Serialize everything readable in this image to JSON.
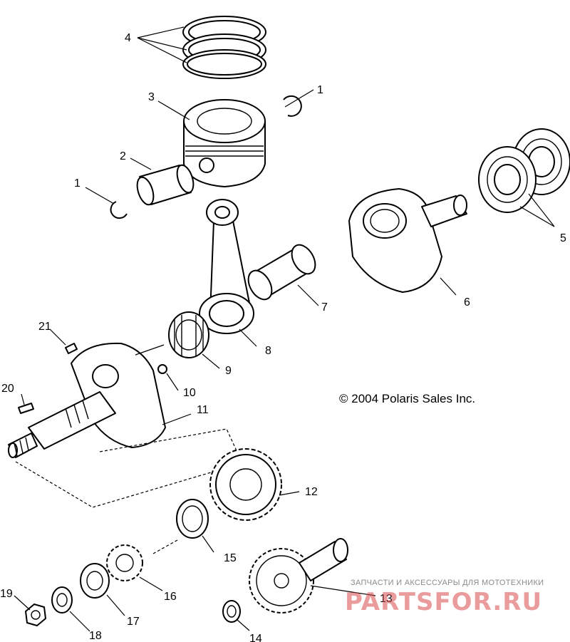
{
  "copyright": "© 2004 Polaris Sales Inc.",
  "watermark": {
    "tagline": "ЗАПЧАСТИ И АКСЕССУАРЫ ДЛЯ МОТОТЕХНИКИ",
    "brand": "PARTSFOR.RU",
    "color": "#d94a4a"
  },
  "callouts": [
    "1",
    "1",
    "2",
    "3",
    "4",
    "5",
    "6",
    "7",
    "8",
    "9",
    "10",
    "11",
    "12",
    "13",
    "14",
    "15",
    "16",
    "17",
    "18",
    "19",
    "20",
    "21"
  ]
}
